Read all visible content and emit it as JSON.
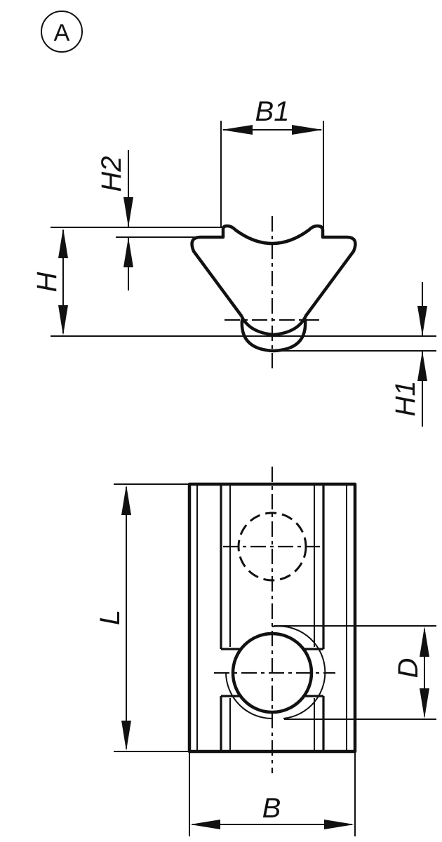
{
  "drawing": {
    "view_marker": "A",
    "profile_view": {
      "dimensions": {
        "B1": "B1",
        "H": "H",
        "H1": "H1",
        "H2": "H2"
      }
    },
    "top_view": {
      "dimensions": {
        "L": "L",
        "D": "D",
        "B": "B"
      }
    },
    "colors": {
      "line": "#111111",
      "background": "#ffffff"
    }
  }
}
